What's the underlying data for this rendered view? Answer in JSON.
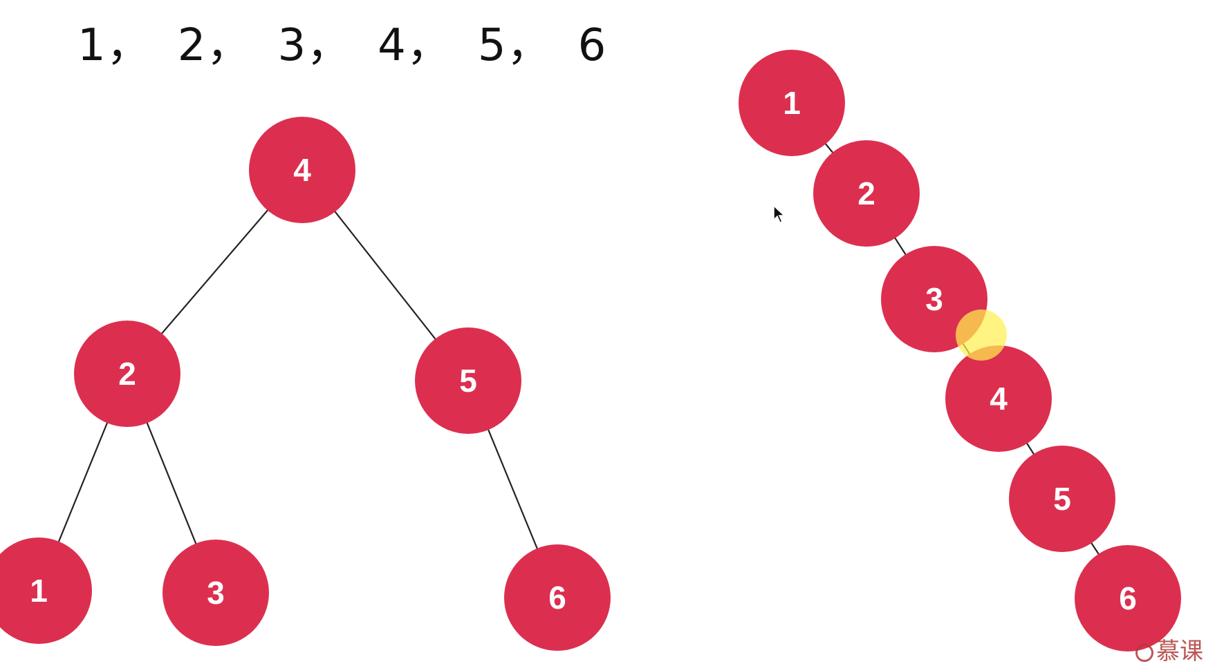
{
  "sequence": [
    "1，",
    "2，",
    "3，",
    "4，",
    "5，",
    "6"
  ],
  "node_color": "#dc2f4f",
  "edge_color": "#222222",
  "balanced_tree": {
    "nodes": [
      {
        "id": "b4",
        "label": "4"
      },
      {
        "id": "b2",
        "label": "2"
      },
      {
        "id": "b5",
        "label": "5"
      },
      {
        "id": "b1",
        "label": "1"
      },
      {
        "id": "b3",
        "label": "3"
      },
      {
        "id": "b6",
        "label": "6"
      }
    ],
    "edges": [
      [
        "b4",
        "b2"
      ],
      [
        "b4",
        "b5"
      ],
      [
        "b2",
        "b1"
      ],
      [
        "b2",
        "b3"
      ],
      [
        "b5",
        "b6"
      ]
    ]
  },
  "degenerate_tree": {
    "nodes": [
      {
        "id": "d1",
        "label": "1"
      },
      {
        "id": "d2",
        "label": "2"
      },
      {
        "id": "d3",
        "label": "3"
      },
      {
        "id": "d4",
        "label": "4"
      },
      {
        "id": "d5",
        "label": "5"
      },
      {
        "id": "d6",
        "label": "6"
      }
    ],
    "edges": [
      [
        "d1",
        "d2"
      ],
      [
        "d2",
        "d3"
      ],
      [
        "d3",
        "d4"
      ],
      [
        "d4",
        "d5"
      ],
      [
        "d5",
        "d6"
      ]
    ]
  },
  "watermark": {
    "text": "慕课"
  }
}
